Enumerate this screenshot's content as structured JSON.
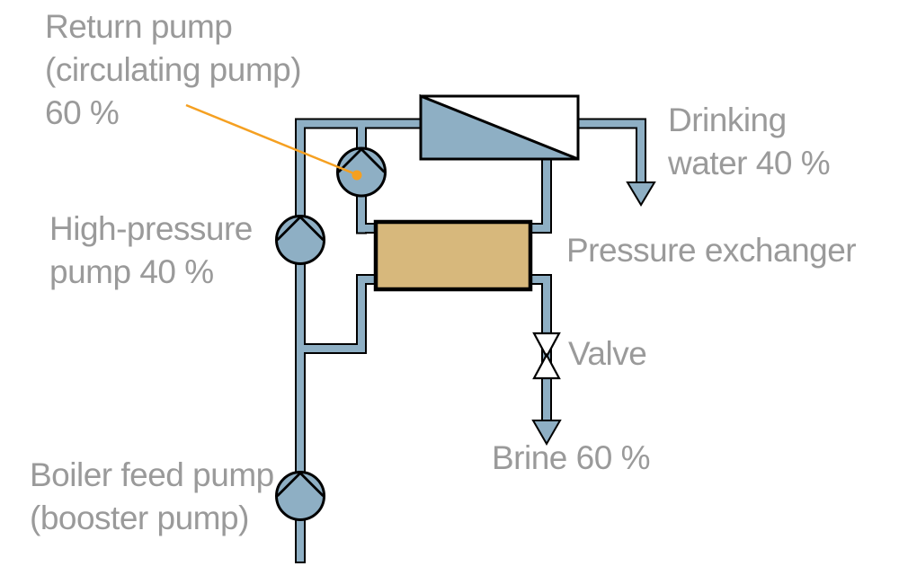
{
  "diagram": {
    "labels": {
      "return_pump": "Return pump\n(circulating pump)\n60 %",
      "high_pressure_pump": "High-pressure\npump 40 %",
      "boiler_feed_pump": "Boiler feed pump\n(booster pump)",
      "drinking_water": "Drinking\nwater 40 %",
      "pressure_exchanger": "Pressure exchanger",
      "valve": "Valve",
      "brine": "Brine 60 %"
    }
  },
  "colors": {
    "pipe": "#8eafc4",
    "vessel": "#d7b87c",
    "valve-fill": "#ffffff",
    "outline": "#000000",
    "text": "#9a9a9a",
    "callout": "#f5a021",
    "background": "#ffffff"
  }
}
